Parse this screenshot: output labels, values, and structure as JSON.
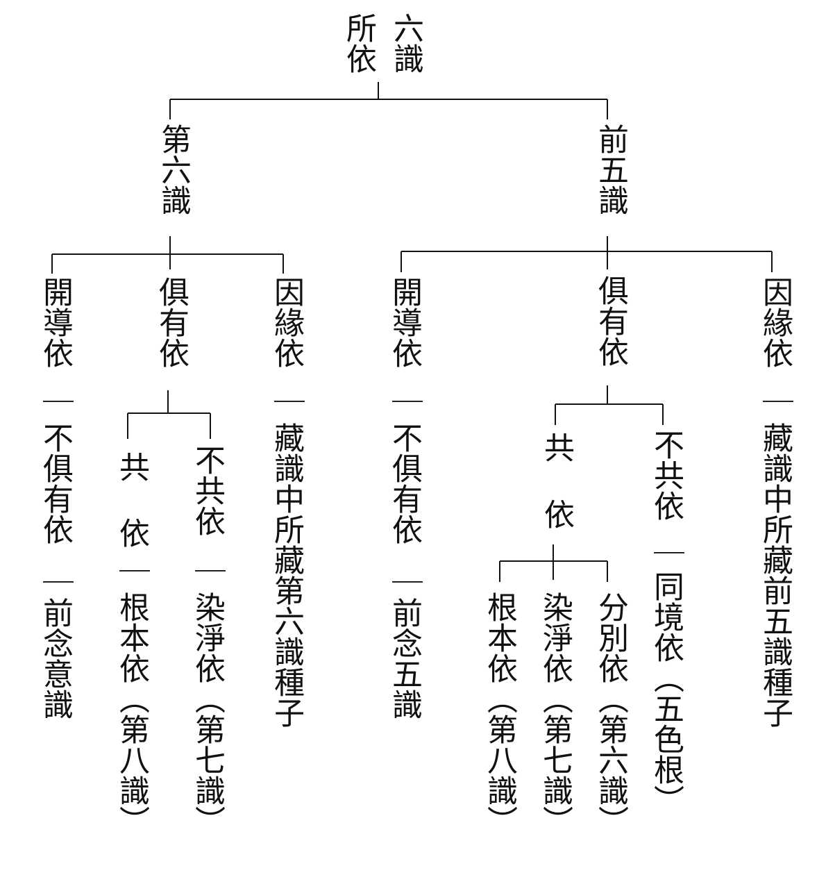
{
  "title": {
    "col_left": "所依",
    "col_right": "六識"
  },
  "branch_sixth": {
    "label": "第六識",
    "kaido": {
      "label": "開導依",
      "rest": [
        "不俱有依",
        "前念意識"
      ]
    },
    "kuu": {
      "label": "俱有依",
      "gu": {
        "label": "共",
        "label2": "依",
        "rest": [
          "根本依（第八識）"
        ]
      },
      "fugu": {
        "label": "不共依",
        "rest": [
          "染淨依（第七識）"
        ]
      }
    },
    "inen": {
      "label": "因緣依",
      "rest": [
        "藏識中所藏第六識種子"
      ]
    }
  },
  "branch_five": {
    "label": "前五識",
    "kaido": {
      "label": "開導依",
      "rest": [
        "不俱有依",
        "前念五識"
      ]
    },
    "kuu": {
      "label": "俱有依",
      "gu": {
        "label": "共",
        "label2": "依",
        "children": [
          "根本依（第八識）",
          "染淨依（第七識）",
          "分別依（第六識）"
        ]
      },
      "fugu": {
        "label": "不共依",
        "rest": [
          "同境依（五色根）"
        ]
      }
    },
    "inen": {
      "label": "因緣依",
      "rest": [
        "藏識中所藏前五識種子"
      ]
    }
  }
}
